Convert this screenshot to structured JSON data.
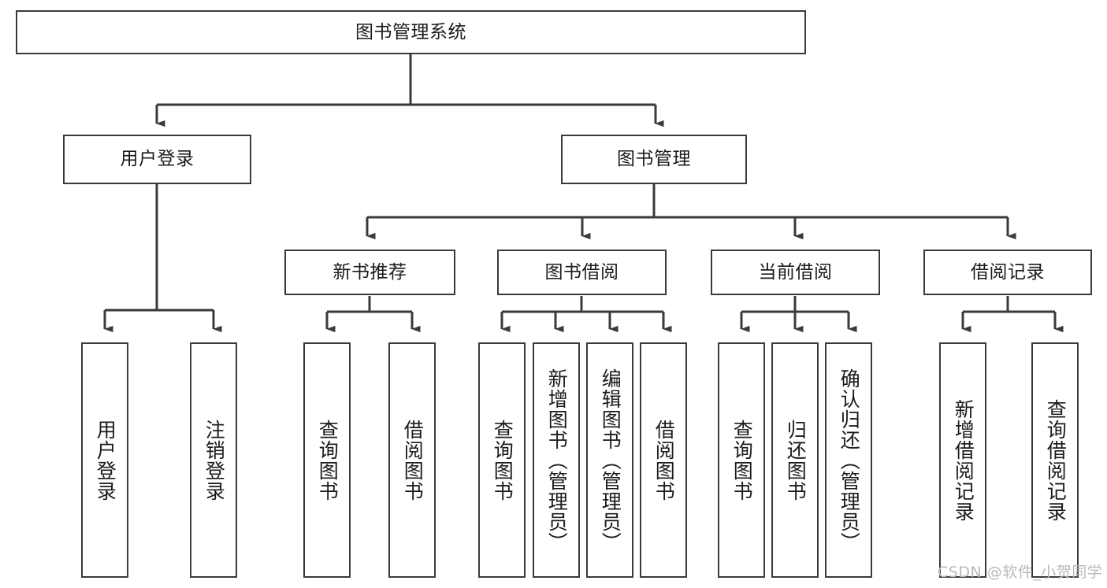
{
  "diagram": {
    "title": "图书管理系统",
    "type": "tree-hierarchy",
    "root": {
      "label": "图书管理系统"
    },
    "level2": [
      {
        "label": "用户登录"
      },
      {
        "label": "图书管理"
      }
    ],
    "level3": [
      {
        "label": "新书推荐"
      },
      {
        "label": "图书借阅"
      },
      {
        "label": "当前借阅"
      },
      {
        "label": "借阅记录"
      }
    ],
    "leaves": {
      "user_login": [
        {
          "label": "用户登录"
        },
        {
          "label": "注销登录"
        }
      ],
      "new_book_recommend": [
        {
          "label": "查询图书"
        },
        {
          "label": "借阅图书"
        }
      ],
      "book_borrow": [
        {
          "label": "查询图书"
        },
        {
          "label": "新增图书（管理员）"
        },
        {
          "label": "编辑图书（管理员）"
        },
        {
          "label": "借阅图书"
        }
      ],
      "current_borrow": [
        {
          "label": "查询图书"
        },
        {
          "label": "归还图书"
        },
        {
          "label": "确认归还（管理员）"
        }
      ],
      "borrow_record": [
        {
          "label": "新增借阅记录"
        },
        {
          "label": "查询借阅记录"
        }
      ]
    },
    "watermark": "CSDN @软件_小贺同学",
    "colors": {
      "stroke": "#3a3a3a",
      "fill": "#ffffff",
      "text": "#1b1b1b",
      "watermark": "#b9b9b9"
    }
  }
}
